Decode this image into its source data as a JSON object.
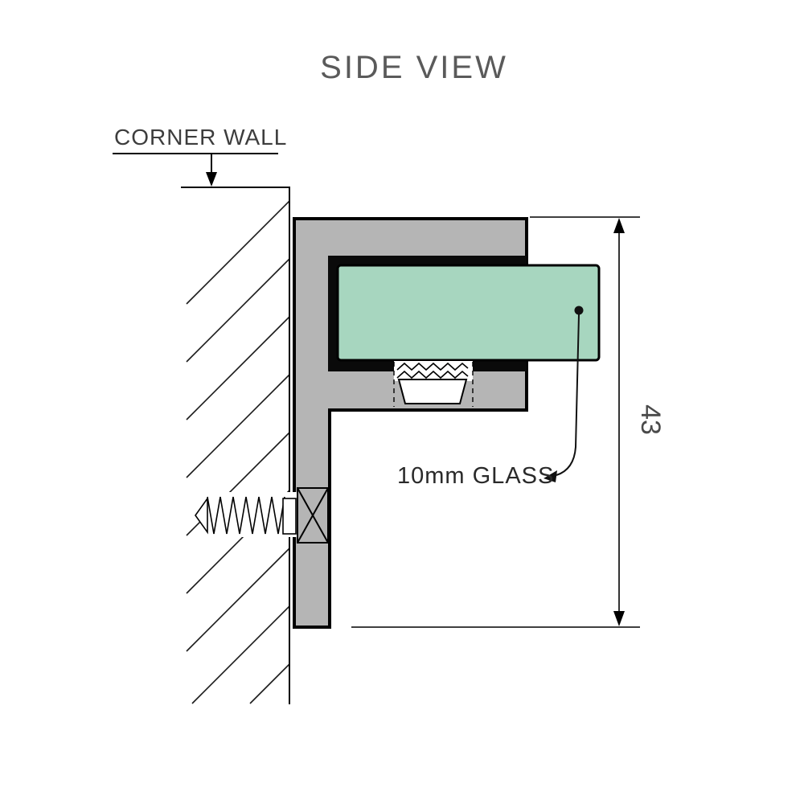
{
  "title": "SIDE VIEW",
  "labels": {
    "corner_wall": "CORNER WALL",
    "glass": "10mm GLASS",
    "dimension": "43"
  },
  "colors": {
    "glass_green": "#a7d6bf",
    "bracket_gray": "#b5b5b5",
    "gasket_black": "#0a0a0a"
  }
}
